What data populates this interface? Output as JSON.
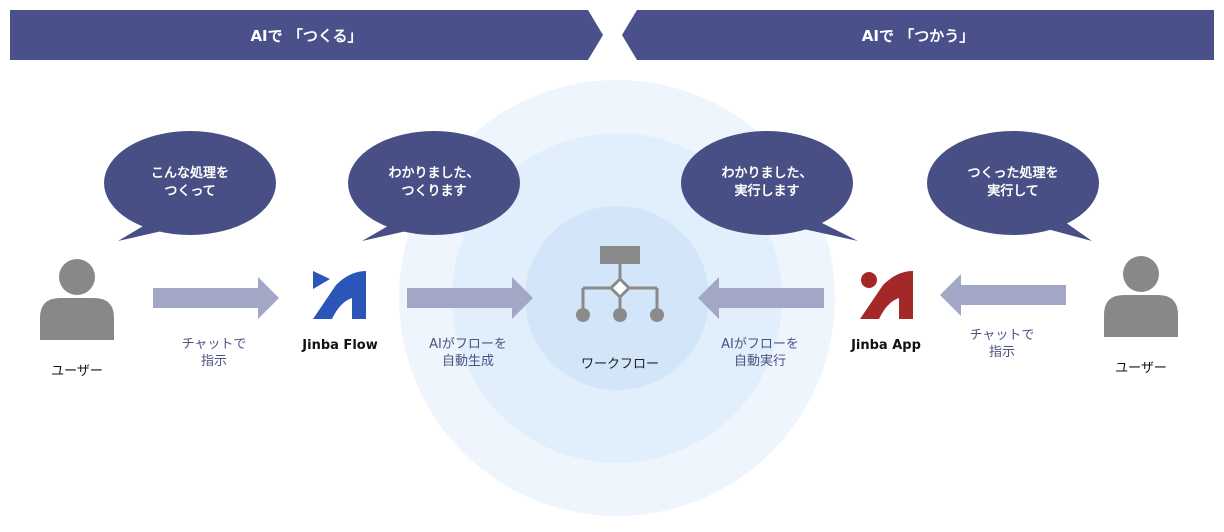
{
  "banners": {
    "left": "AIで 「つくる」",
    "right": "AIで 「つかう」"
  },
  "bubbles": [
    {
      "line1": "こんな処理を",
      "line2": "つくって"
    },
    {
      "line1": "わかりました、",
      "line2": "つくります"
    },
    {
      "line1": "わかりました、",
      "line2": "実行します"
    },
    {
      "line1": "つくった処理を",
      "line2": "実行して"
    }
  ],
  "users": {
    "left": "ユーザー",
    "right": "ユーザー"
  },
  "captions": [
    {
      "line1": "チャットで",
      "line2": "指示"
    },
    {
      "line1": "AIがフローを",
      "line2": "自動生成"
    },
    {
      "line1": "AIがフローを",
      "line2": "自動実行"
    },
    {
      "line1": "チャットで",
      "line2": "指示"
    }
  ],
  "products": {
    "flow": "Jinba Flow",
    "app": "Jinba App"
  },
  "center": {
    "label": "ワークフロー"
  },
  "icons": [
    "user-icon",
    "jinba-flow-logo",
    "workflow-icon",
    "jinba-app-logo",
    "arrow-right",
    "arrow-left"
  ],
  "colors": {
    "banner": "#4a5089",
    "bubble": "#474f85",
    "arrow": "#a3a7c6",
    "user_icon": "#888888",
    "flow_logo": "#2b55b8",
    "app_logo": "#a32828",
    "circle_outer": "#eef5fd",
    "circle_mid": "#e1eefb",
    "circle_inner": "#d3e5f9",
    "workflow_icon": "#8a8a8a"
  }
}
